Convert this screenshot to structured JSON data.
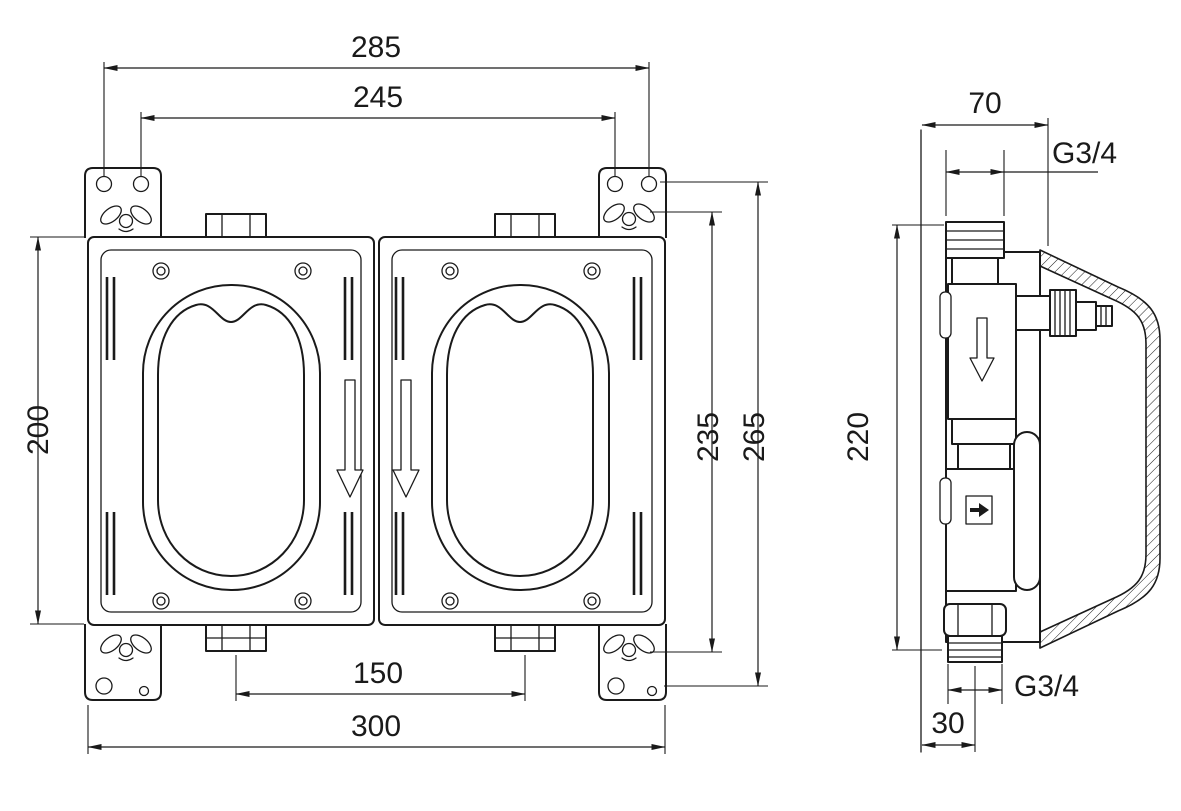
{
  "drawing_title": "concealed-valve-installation-dimension-drawing",
  "front": {
    "dim_top_outer": "285",
    "dim_top_inner": "245",
    "dim_left_height": "200",
    "dim_right_inner_height": "235",
    "dim_right_outer_height": "265",
    "dim_bottom_inner": "150",
    "dim_bottom_outer": "300"
  },
  "side": {
    "dim_depth": "70",
    "thread_top_label": "G3/4",
    "dim_height": "220",
    "thread_bottom_label": "G3/4",
    "dim_wall_offset": "30"
  },
  "colors": {
    "line": "#1a1a1a",
    "background": "#ffffff"
  }
}
